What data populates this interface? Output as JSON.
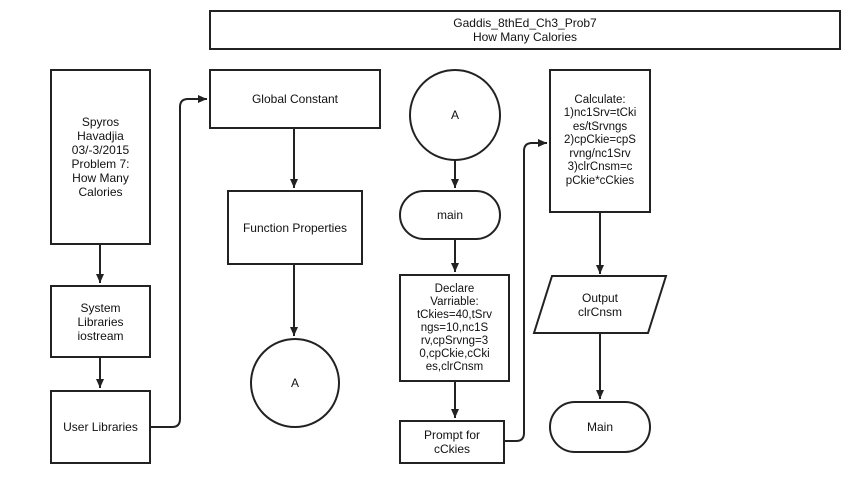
{
  "title": {
    "line1": "Gaddis_8thEd_Ch3_Prob7",
    "line2": "How Many Calories"
  },
  "column1": {
    "author": "Spyros\nHavadjia\n03/-3/2015\nProblem 7:\nHow Many\nCalories",
    "system_libraries": "System\nLibraries\niostream",
    "user_libraries": "User Libraries"
  },
  "column2": {
    "global_constant": "Global Constant",
    "function_properties": "Function Properties",
    "connector_a": "A"
  },
  "column3": {
    "connector_a": "A",
    "main": "main",
    "declare": "Declare\nVarriable:\ntCkies=40,tSrv\nngs=10,nc1S\nrv,cpSrvng=3\n0,cpCkie,cCki\nes,clrCnsm",
    "prompt": "Prompt for\ncCkies"
  },
  "column4": {
    "calculate": "Calculate:\n1)nc1Srv=tCki\nes/tSrvngs\n2)cpCkie=cpS\nrvng/nc1Srv\n3)clrCnsm=c\npCkie*cCkies",
    "output": "Output\nclrCnsm",
    "terminal": "Main"
  },
  "colors": {
    "stroke": "#222222",
    "background": "#ffffff"
  }
}
